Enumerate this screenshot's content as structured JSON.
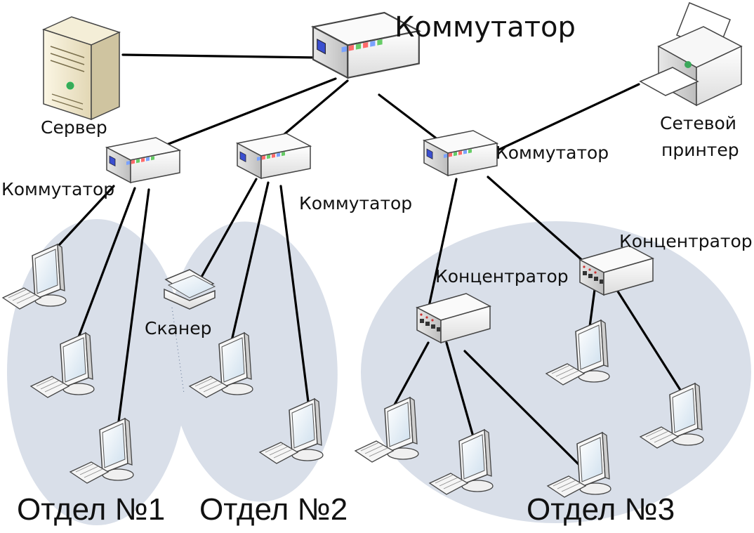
{
  "labels": {
    "main_switch": "Коммутатор",
    "server": "Сервер",
    "printer_line1": "Сетевой",
    "printer_line2": "принтер",
    "switch_left": "Коммутатор",
    "switch_mid": "Коммутатор",
    "switch_right": "Коммутатор",
    "hub_right": "Концентратор",
    "hub_left": "Концентратор",
    "scanner": "Сканер",
    "dept1": "Отдел №1",
    "dept2": "Отдел №2",
    "dept3": "Отдел №3"
  },
  "colors": {
    "department_fill": "#d9dfe9",
    "device_body": "#f3f3f3",
    "device_outline": "#444444",
    "link": "#000000",
    "screen": "#e9f1f8",
    "server_body": "#efe7cc"
  },
  "icons": {
    "server": "server-tower-icon",
    "switch": "network-switch-icon",
    "hub": "network-hub-icon",
    "printer": "network-printer-icon",
    "scanner": "flatbed-scanner-icon",
    "workstation": "monitor-keyboard-icon"
  }
}
